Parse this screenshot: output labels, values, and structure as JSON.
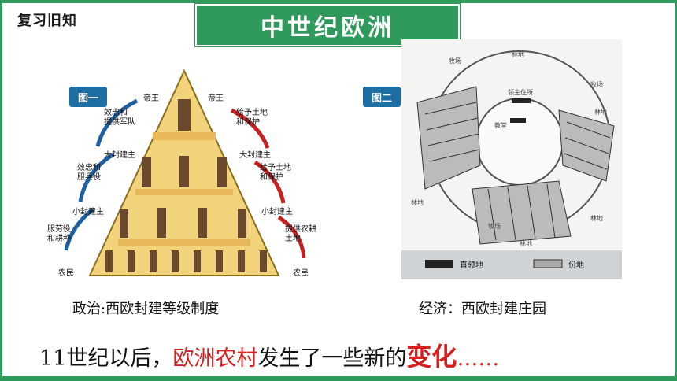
{
  "header": {
    "review_label": "复习旧知",
    "title": "中世纪欧洲"
  },
  "figure1": {
    "tag": "图一",
    "caption": "政治:西欧封建等级制度",
    "levels": {
      "king": "帝王",
      "king_right": "帝王",
      "great_lord": "大封建主",
      "great_lord_right": "大封建主",
      "small_lord": "小封建主",
      "small_lord_right": "小封建主",
      "peasant": "农民",
      "peasant_right": "农民"
    },
    "arrows_up": {
      "top": "效忠和\n提供军队",
      "middle": "效忠和\n服兵役",
      "bottom": "服劳役\n和耕种"
    },
    "arrows_down": {
      "top": "给予土地\n和保护",
      "middle": "给予土地\n和保护",
      "bottom": "提供农耕\n土地"
    }
  },
  "figure2": {
    "tag": "图二",
    "caption": "经济：西欧封建庄园",
    "legend": {
      "demesne": "直领地",
      "share_land": "份地"
    },
    "map_labels": [
      "林地",
      "牧场",
      "牧场",
      "林地",
      "林地",
      "林地",
      "牧场",
      "林地",
      "领主住所",
      "教堂"
    ]
  },
  "footer": {
    "prefix": "11世纪以后，",
    "highlight": "欧洲农村",
    "middle": "发生了一些新的",
    "emphasis": "变化",
    "suffix": "……"
  },
  "colors": {
    "accent_green": "#2f9a5b",
    "tag_blue": "#1d6fa3",
    "highlight_red": "#d81e1e",
    "pyramid_fill": "#f2d27a"
  }
}
